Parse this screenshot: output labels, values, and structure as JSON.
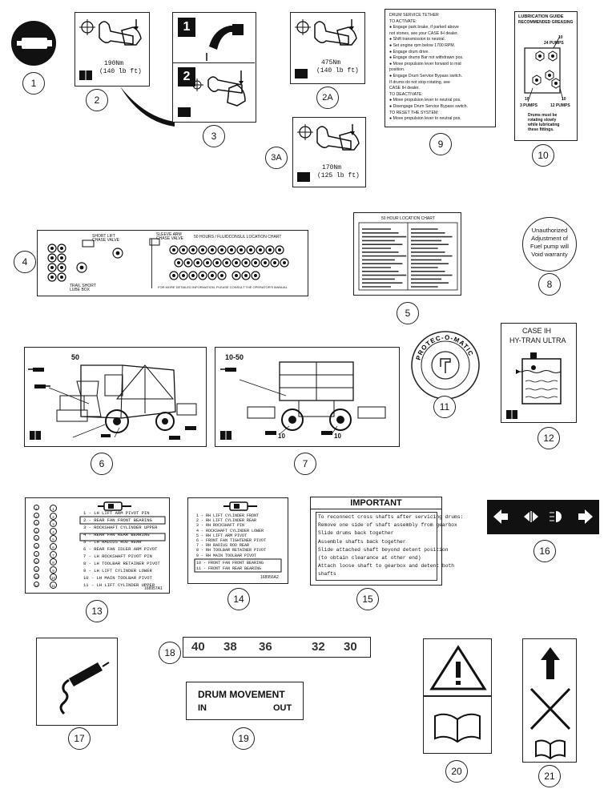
{
  "callouts": [
    "1",
    "2",
    "2A",
    "3",
    "3A",
    "4",
    "5",
    "6",
    "7",
    "8",
    "9",
    "10",
    "11",
    "12",
    "13",
    "14",
    "15",
    "16",
    "17",
    "18",
    "19",
    "20",
    "21"
  ],
  "decal2": {
    "torque_nm": "190Nm",
    "torque_ft": "(140 lb ft)"
  },
  "decal2a": {
    "torque_nm": "475Nm",
    "torque_ft": "(140 lb ft)"
  },
  "decal3": {
    "step1": "1",
    "step2": "2"
  },
  "decal3a": {
    "torque_nm": "170Nm",
    "torque_ft": "(125 lb ft)"
  },
  "decal6": {
    "lines": [
      "DRUM SERVICE TETHER",
      "TO ACTIVATE:",
      "● Engage park brake, if parked above",
      "   not stones, see your CASE IH dealer.",
      "● Shift transmission to neutral.",
      "● Set engine rpm below 1700 RPM.",
      "● Engage drum drive.",
      "● Engage drums Bar not withdrawn pos.",
      "● Move propulsion lever forward to mid",
      "   position.",
      "● Engage Drum Service Bypass switch.",
      "   If drums do not stop rotating, see",
      "   CASE IH dealer.",
      "TO DEACTIVATE:",
      "● Move propulsion lever to neutral pos.",
      "● Disengage Drum Service Bypass switch.",
      "TO RESET THE SYSTEM:",
      "● Move propulsion lever to neutral pos."
    ]
  },
  "decal7": {
    "title": "LUBRICATION GUIDE",
    "subtitle": "RECOMMENDED GREASING",
    "top_pumps": "10",
    "top_label": "24 PUMPS",
    "left_pumps": "10",
    "left_label": "3 PUMPS",
    "right_pumps": "10",
    "right_label": "12 PUMPS",
    "note": [
      "Drums must be",
      "rotating slowly",
      "while lubricating",
      "these fittings."
    ]
  },
  "decal4": {
    "label1": "SHORT LIFT",
    "label1b": "CHASE VALVE",
    "label2": "SLEEVE ARM",
    "label2b": "CHASE VALVE",
    "chart_title": "50 HOURS / FLUIDCONSUL LOCATION CHART",
    "bottom_left": "TRAIL SHORT",
    "bottom_left2": "LUBE BOX",
    "footer": "FOR MORE DETAILED INFORMATION, PLEASE CONSULT THE OPERATOR'S MANUAL"
  },
  "decal5": {
    "title": "50 HOUR LOCATION CHART"
  },
  "decal10": {
    "lines": [
      "Unauthorized",
      "Adjustment of",
      "Fuel pump will",
      "Void warranty"
    ]
  },
  "decal11": {
    "text": "PROTEC-O-MATIC"
  },
  "decal12": {
    "line1": "CASE IH",
    "line2": "HY-TRAN ULTRA"
  },
  "decal8": {
    "hours": "50"
  },
  "decal9": {
    "hours_top": "10-50",
    "hours_bottom_left": "10",
    "hours_bottom_right": "10"
  },
  "decal13": {
    "rows": [
      "1 - LH LIFT ARM PIVOT PIN",
      "2 - REAR FAN FRONT BEARING",
      "3 - ROCKSHAFT CYLINDER UPPER",
      "4 - REAR FAN REAR BEARING",
      "5 - LH RADIUS ROD REAR",
      "6 - REAR FAN IDLER ARM PIVOT",
      "7 - LH ROCKSHAFT PIVOT PIN",
      "8 - LH TOOLBAR RETAINER PIVOT",
      "9 - LH LIFT CYLINDER LOWER",
      "10 - LH MAIN TOOLBAR PIVOT",
      "11 - LH LIFT CYLINDER UPPER"
    ],
    "part": "168957A1",
    "nums": [
      "1",
      "2",
      "3",
      "4",
      "5",
      "6",
      "7",
      "8",
      "9",
      "10",
      "11"
    ]
  },
  "decal14": {
    "rows": [
      "1 - RH LIFT CYLINDER FRONT",
      "2 - RH LIFT CYLINDER REAR",
      "3 - RH ROCKSHAFT PIN",
      "4 - ROCKSHAFT CYLINDER LOWER",
      "5 - RH LIFT ARM PIVOT",
      "6 - FRONT FAN TIGHTENER PIVOT",
      "7 - RH RADIUS ROD REAR",
      "8 - RH TOOLBAR RETAINER PIVOT",
      "9 - RH MAIN TOOLBAR PIVOT",
      "10 - FRONT FAN FRONT BEARING",
      "11 - FRONT FAN REAR BEARING"
    ],
    "part": "168956A2"
  },
  "decal15": {
    "title": "IMPORTANT",
    "lines": [
      "To reconnect cross shafts after servicing drums:",
      "Remove one side of shaft assembly from gearbox",
      "Slide drums back together",
      "Assemble shafts back together",
      "Slide attached shaft beyond detent position",
      "(to obtain clearance at other end)",
      "Attach loose shaft to gearbox and detent both",
      "shafts"
    ]
  },
  "decal18": {
    "numbers": [
      "40",
      "38",
      "36",
      "32",
      "30"
    ]
  },
  "decal19": {
    "title": "DRUM MOVEMENT",
    "in": "IN",
    "out": "OUT"
  }
}
